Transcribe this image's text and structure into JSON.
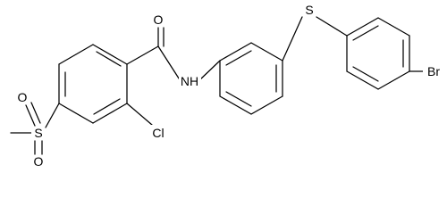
{
  "structure": {
    "atoms": [
      {
        "id": "o_carbonyl",
        "text": "O"
      },
      {
        "id": "n_amide",
        "text": "NH"
      },
      {
        "id": "s_thioether",
        "text": "S"
      },
      {
        "id": "br",
        "text": "Br"
      },
      {
        "id": "cl",
        "text": "Cl"
      },
      {
        "id": "s_sulfonyl",
        "text": "S"
      },
      {
        "id": "o_sulfonyl_top",
        "text": "O"
      },
      {
        "id": "o_sulfonyl_bottom",
        "text": "O"
      }
    ]
  },
  "style": {
    "bond_color": "#000000",
    "background": "#ffffff"
  }
}
